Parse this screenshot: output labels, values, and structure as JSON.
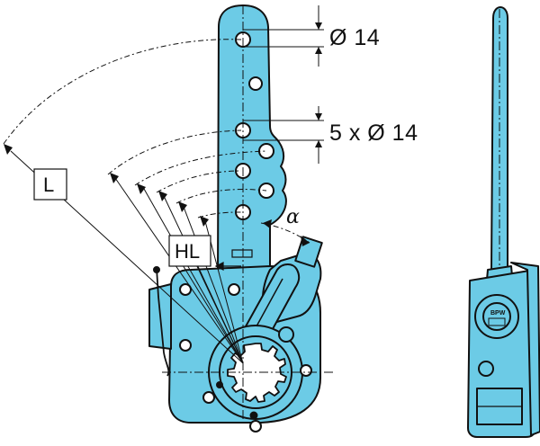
{
  "labels": {
    "hole_diameter": "Ø 14",
    "hole_pattern": "5 x Ø 14",
    "lever_length": "L",
    "hole_lever": "HL",
    "angle": "α"
  },
  "logo_text": "BPW",
  "colors": {
    "body": "#6ccbe6",
    "outline": "#111111",
    "background": "#ffffff"
  }
}
